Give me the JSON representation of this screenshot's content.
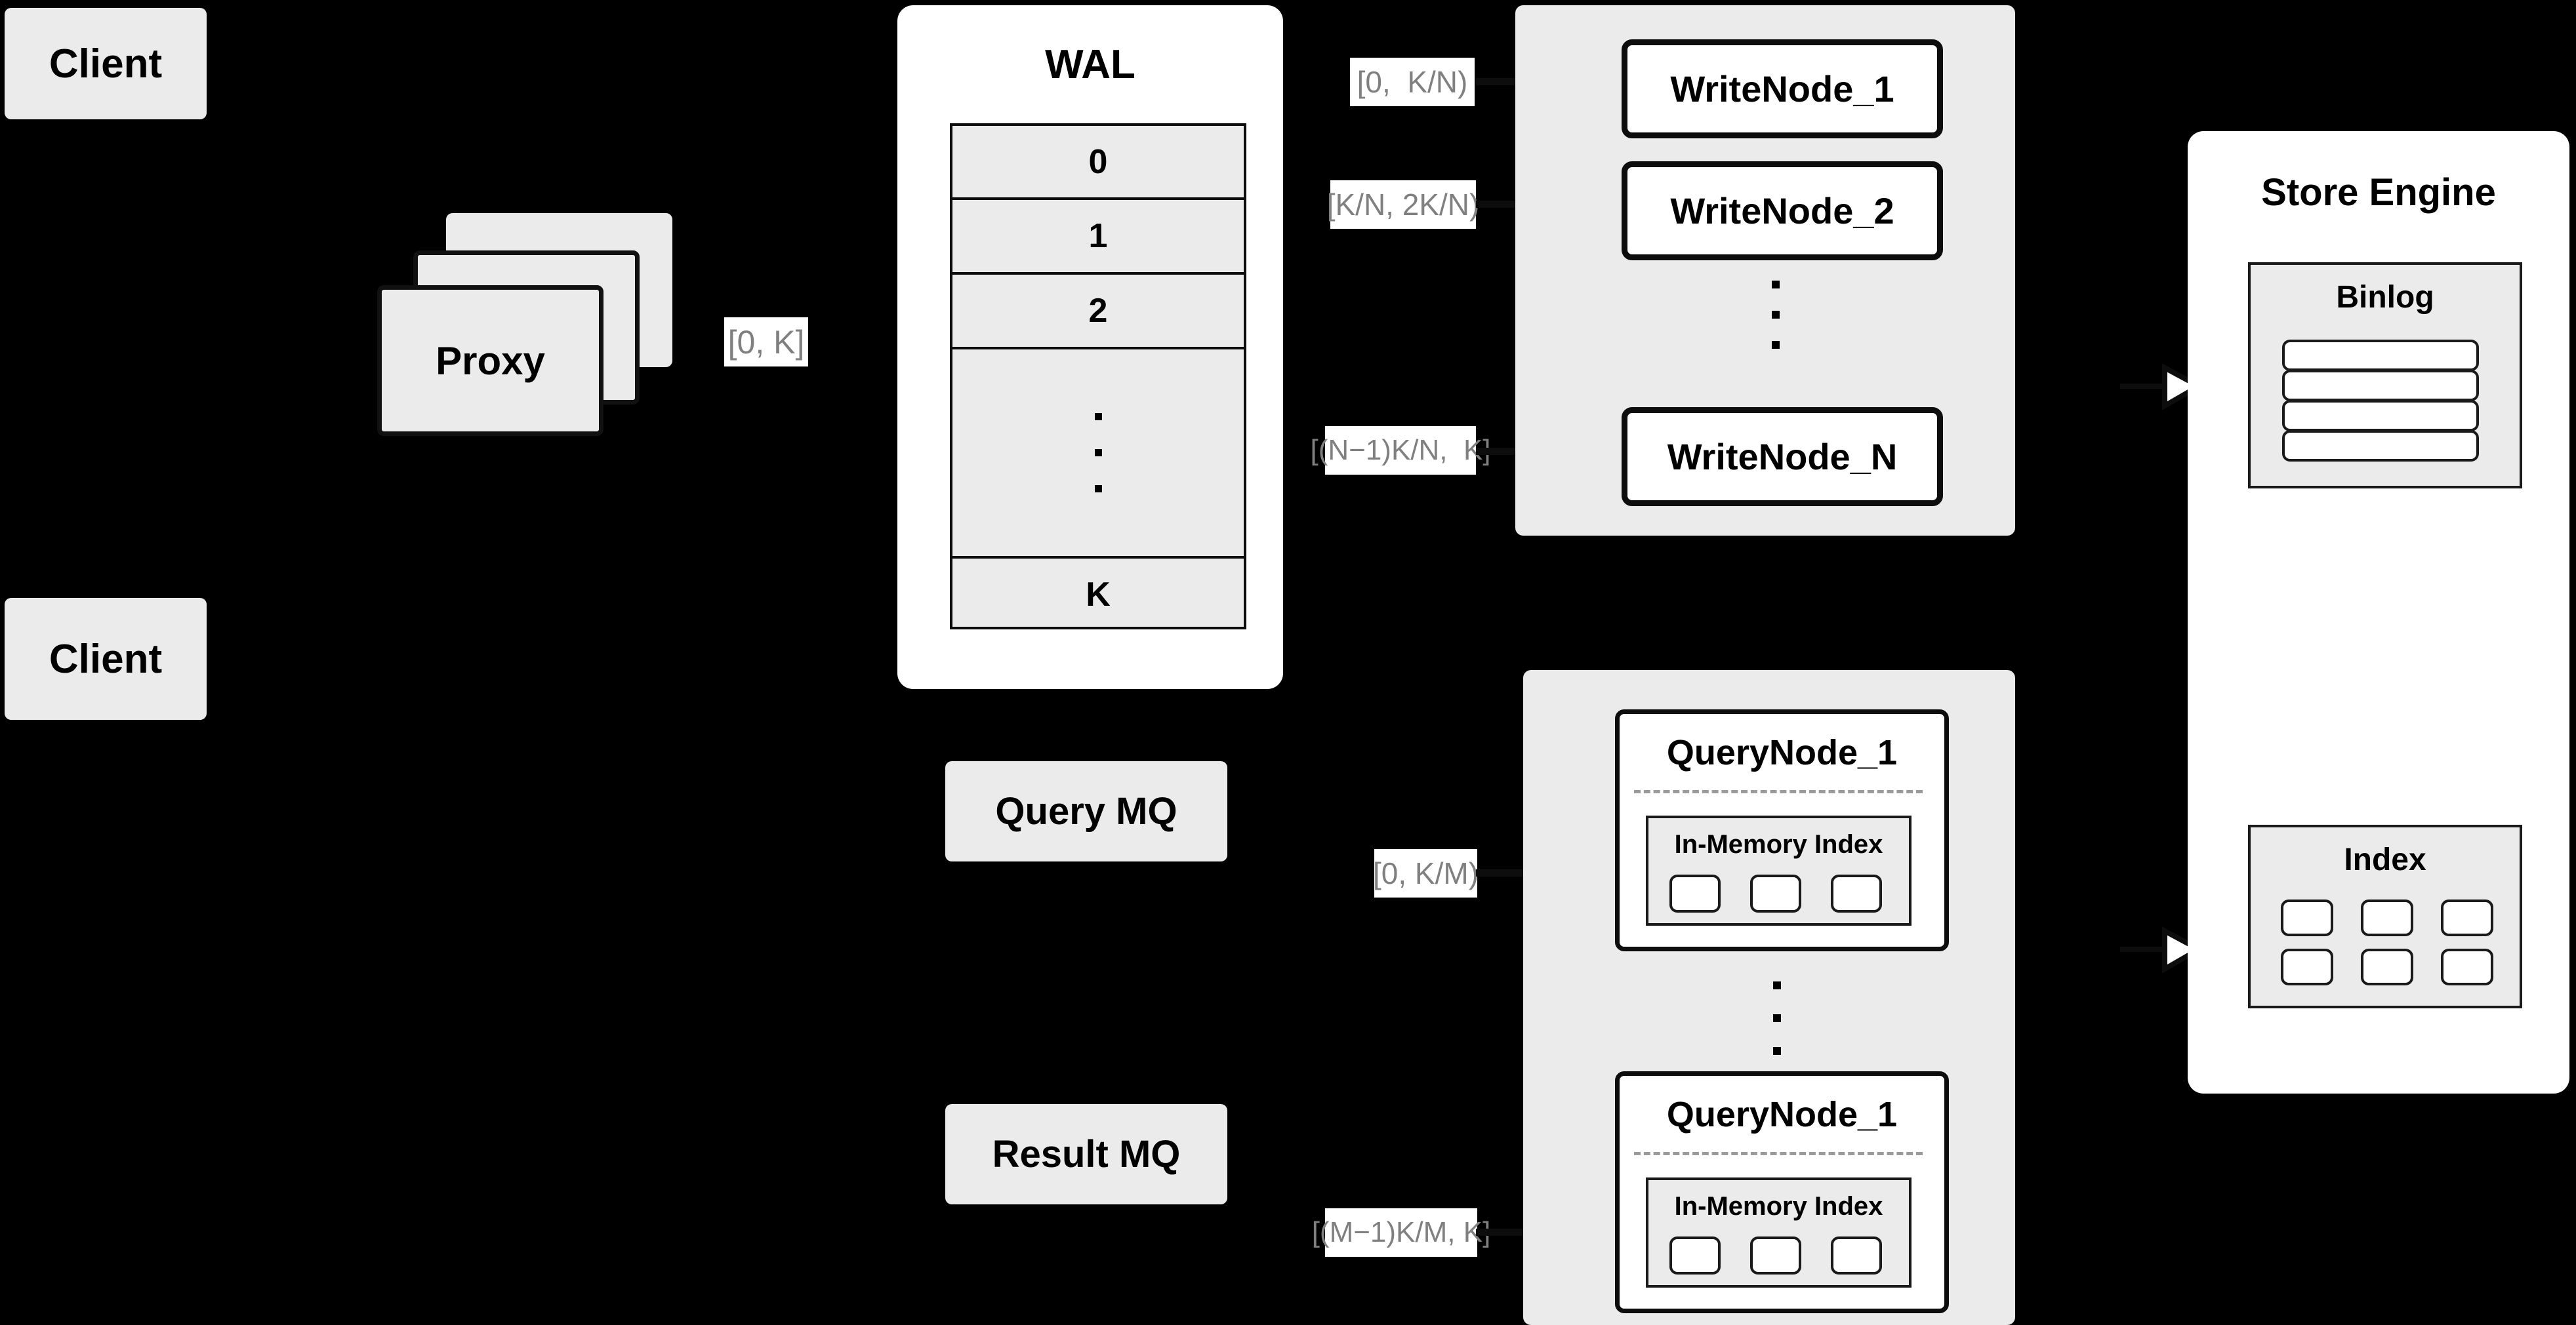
{
  "diagram": {
    "title": "Distributed Write/Query Architecture",
    "background_color": "#000000",
    "panel_gray": "#ebebeb",
    "panel_white": "#ffffff",
    "label_text_color": "#808080",
    "stroke_color": "#0d0d0d"
  },
  "clients": [
    {
      "label": "Client"
    },
    {
      "label": "Client"
    }
  ],
  "proxy": {
    "label": "Proxy",
    "stack_count": 3
  },
  "proxy_edge_label": "[0, K]",
  "wal": {
    "title": "WAL",
    "rows": [
      "0",
      "1",
      "2",
      "⋮",
      "K"
    ],
    "dots_row_index": 3
  },
  "write_section": {
    "nodes": [
      {
        "label": "WriteNode_1",
        "range": "[0,  K/N)"
      },
      {
        "label": "WriteNode_2",
        "range": "[K/N, 2K/N)"
      },
      {
        "label": "WriteNode_N",
        "range": "[(N−1)K/N,  K]"
      }
    ],
    "ellipsis_dots": 3
  },
  "query_section": {
    "nodes": [
      {
        "label": "QueryNode_1",
        "range": "[0, K/M)",
        "index_box": {
          "title": "In-Memory Index",
          "slot_count": 3
        }
      },
      {
        "label": "QueryNode_1",
        "range": "[(M−1)K/M, K]",
        "index_box": {
          "title": "In-Memory Index",
          "slot_count": 3
        }
      }
    ],
    "ellipsis_dots": 3
  },
  "message_queues": [
    {
      "label": "Query MQ"
    },
    {
      "label": "Result MQ"
    }
  ],
  "store_engine": {
    "title": "Store Engine",
    "binlog": {
      "title": "Binlog",
      "entry_count": 4
    },
    "index": {
      "title": "Index",
      "slot_count": 6,
      "columns": 3,
      "rows": 2
    }
  }
}
